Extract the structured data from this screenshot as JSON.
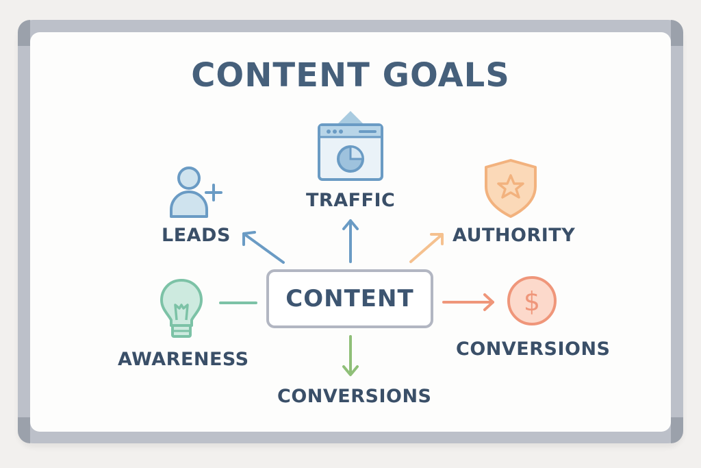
{
  "title": "CONTENT GOALS",
  "center": {
    "label": "CONTENT"
  },
  "goals": [
    {
      "id": "traffic",
      "label": "TRAFFIC",
      "icon": "browser-pie-chart-icon",
      "color": "#6a9bc4",
      "arrow": "up"
    },
    {
      "id": "leads",
      "label": "LEADS",
      "icon": "add-user-icon",
      "color": "#6a9bc4",
      "arrow": "up-left"
    },
    {
      "id": "authority",
      "label": "AUTHORITY",
      "icon": "shield-star-icon",
      "color": "#f2b27e",
      "arrow": "up-right"
    },
    {
      "id": "awareness",
      "label": "AWARENESS",
      "icon": "lightbulb-icon",
      "color": "#7cc2a6",
      "arrow": "line-left"
    },
    {
      "id": "conversions_right",
      "label": "CONVERSIONS",
      "icon": "dollar-coin-icon",
      "color": "#ef967a",
      "arrow": "right"
    },
    {
      "id": "conversions_bottom",
      "label": "CONVERSIONS",
      "icon": "",
      "color": "#8fbf78",
      "arrow": "down"
    }
  ],
  "colors": {
    "text": "#3a4f68",
    "title": "#46607b",
    "frame": "#bcc0c9",
    "board": "#fdfdfc"
  }
}
